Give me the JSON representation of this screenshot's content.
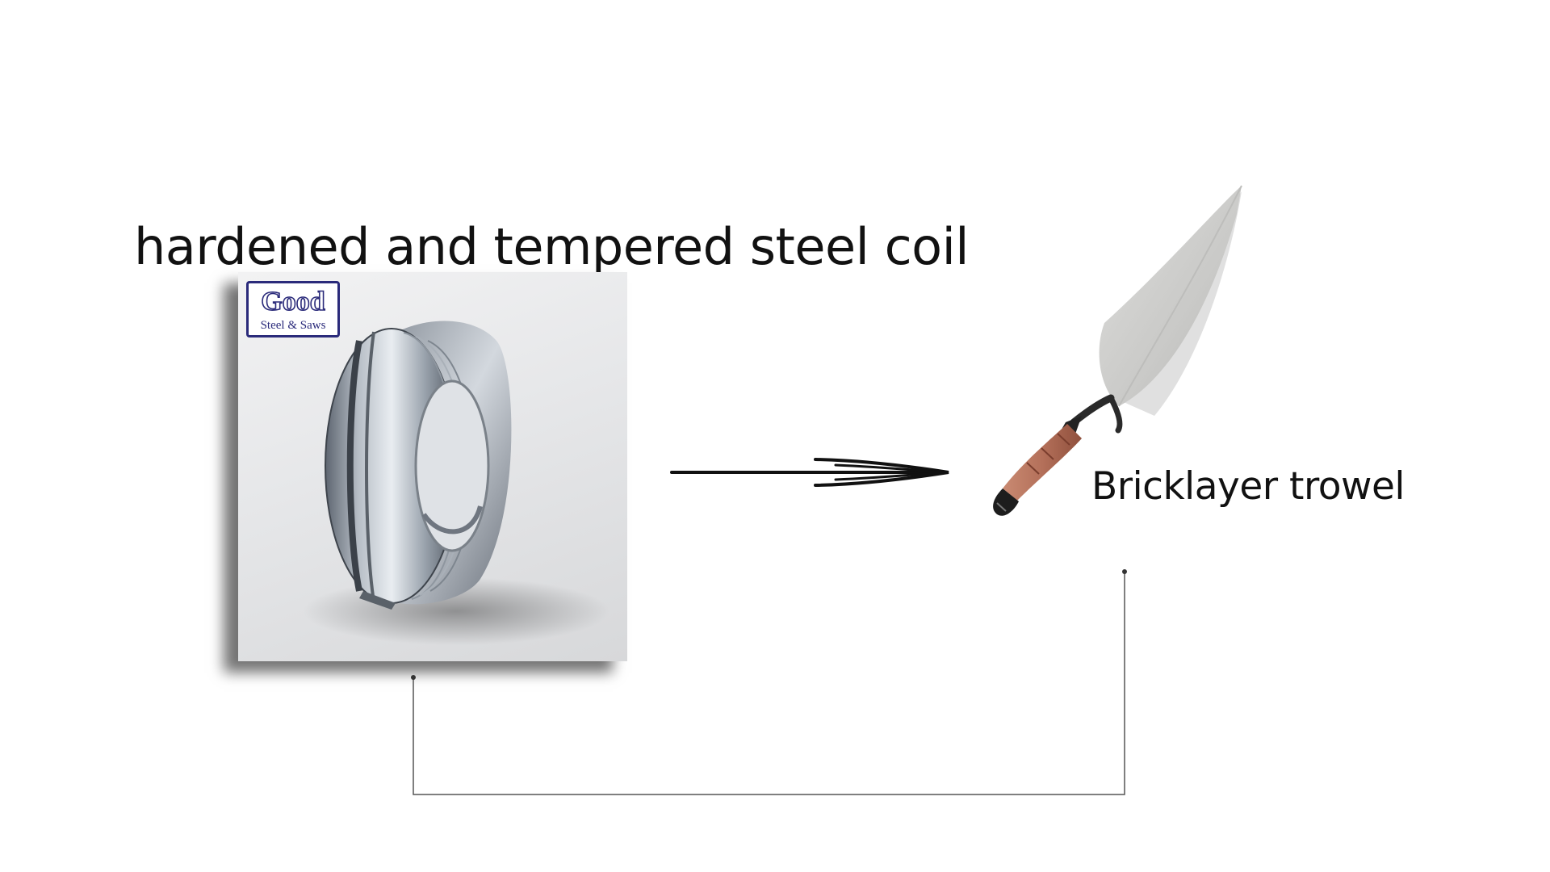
{
  "title": "hardened and tempered steel coil",
  "brand_logo": {
    "mark": "Good",
    "subtitle": "Steel & Saws",
    "color": "#2a2a7a"
  },
  "trowel_label": "Bricklayer trowel",
  "colors": {
    "text": "#111111",
    "connector": "#555555",
    "trowel_blade": "#c9c9c7",
    "trowel_handle": "#b4705a"
  }
}
